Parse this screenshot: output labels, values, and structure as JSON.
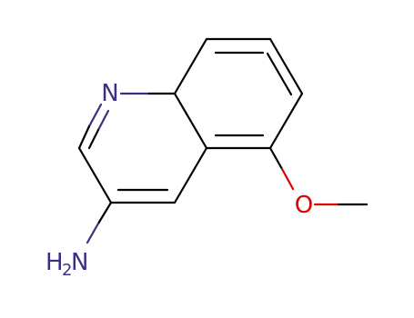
{
  "molecule": {
    "atoms": {
      "ring_nitrogen": {
        "label": "N"
      },
      "oxygen": {
        "label": "O"
      },
      "amine": {
        "label": "H",
        "subscript": "2",
        "element": "N"
      }
    },
    "colors": {
      "bond": "#000000",
      "nitrogen": "#3a3182",
      "oxygen": "#e00000"
    }
  }
}
